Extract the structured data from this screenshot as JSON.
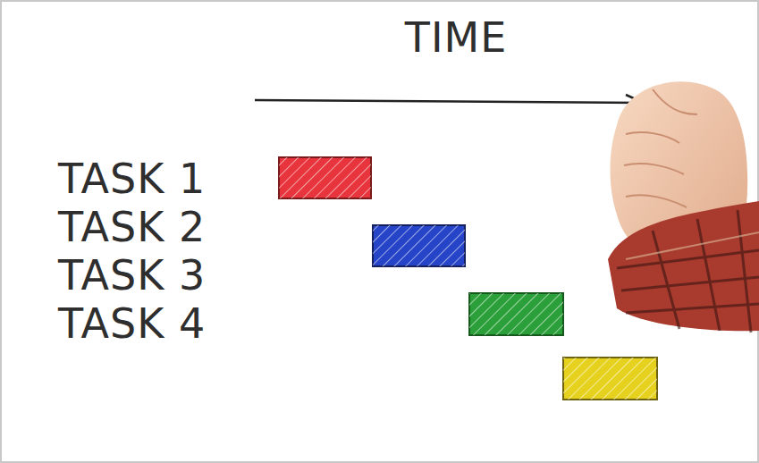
{
  "diagram": {
    "labels": [
      "TIME",
      "TASK 1",
      "TASK 2",
      "TASK 3",
      "TASK 4"
    ]
  }
}
